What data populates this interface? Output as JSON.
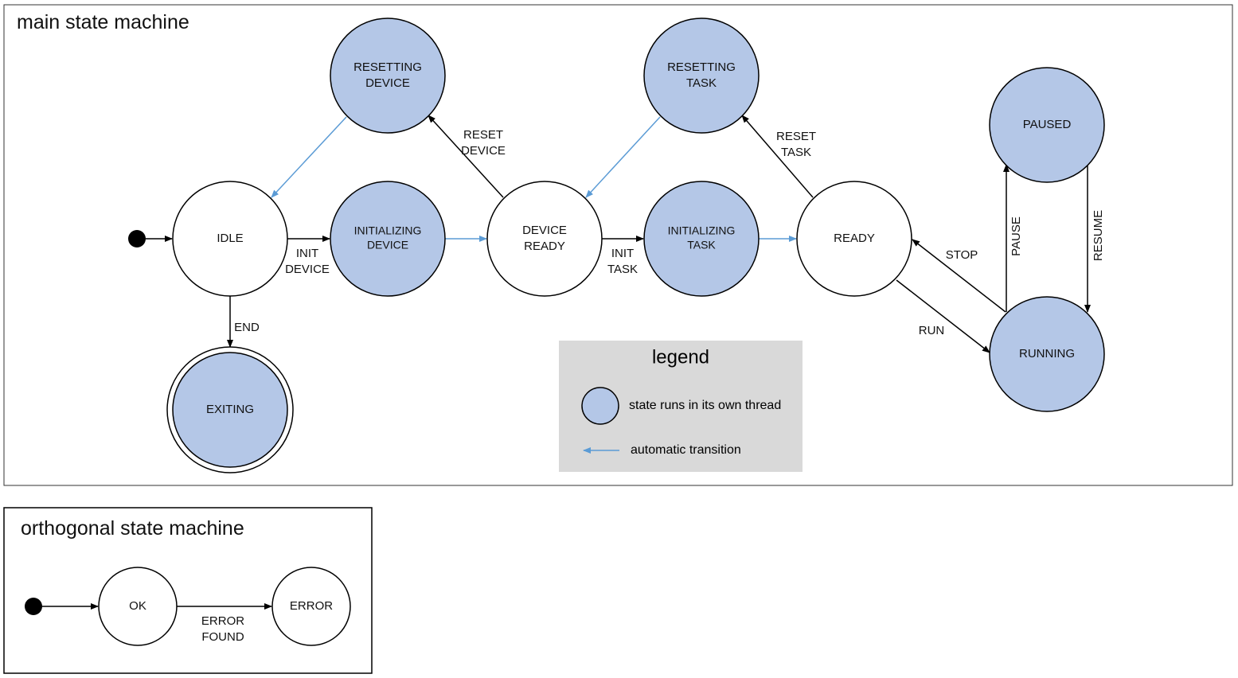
{
  "main": {
    "title": "main state machine",
    "states": {
      "idle": [
        "IDLE"
      ],
      "initializing_device": [
        "INITIALIZING",
        "DEVICE"
      ],
      "device_ready": [
        "DEVICE",
        "READY"
      ],
      "initializing_task": [
        "INITIALIZING",
        "TASK"
      ],
      "ready": [
        "READY"
      ],
      "resetting_device": [
        "RESETTING",
        "DEVICE"
      ],
      "resetting_task": [
        "RESETTING",
        "TASK"
      ],
      "paused": [
        "PAUSED"
      ],
      "running": [
        "RUNNING"
      ],
      "exiting": [
        "EXITING"
      ]
    },
    "transitions": {
      "init_device": [
        "INIT",
        "DEVICE"
      ],
      "init_task": [
        "INIT",
        "TASK"
      ],
      "reset_device": [
        "RESET",
        "DEVICE"
      ],
      "reset_task": [
        "RESET",
        "TASK"
      ],
      "end": "END",
      "run": "RUN",
      "stop": "STOP",
      "pause": "PAUSE",
      "resume": "RESUME"
    },
    "legend": {
      "title": "legend",
      "thread_state": "state runs in its own thread",
      "automatic_transition": "automatic transition"
    }
  },
  "orthogonal": {
    "title": "orthogonal state machine",
    "states": {
      "ok": "OK",
      "error": "ERROR"
    },
    "transitions": {
      "error_found": [
        "ERROR",
        "FOUND"
      ]
    }
  },
  "colors": {
    "thread_state_fill": "#b4c7e7",
    "automatic_transition": "#5b9bd5",
    "legend_background": "#d9d9d9"
  }
}
